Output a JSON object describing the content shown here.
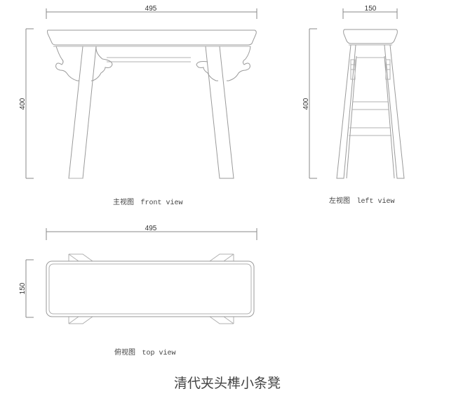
{
  "title": "清代夹头榫小条凳",
  "views": {
    "front": {
      "caption_cn": "主视图",
      "caption_en": "front view",
      "width_label": "495",
      "height_label": "400"
    },
    "left": {
      "caption_cn": "左视图",
      "caption_en": "left view",
      "width_label": "150",
      "height_label": "400"
    },
    "top": {
      "caption_cn": "俯视图",
      "caption_en": "top view",
      "width_label": "495",
      "height_label": "150"
    }
  },
  "colors": {
    "line": "#9a9a9a",
    "text": "#444444",
    "background": "#ffffff"
  }
}
